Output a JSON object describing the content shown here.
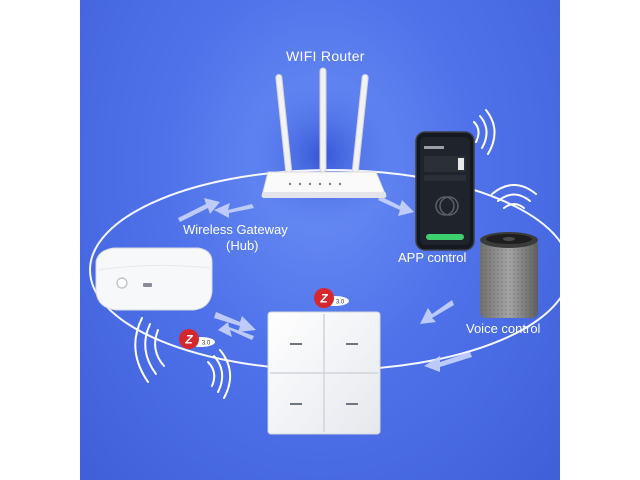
{
  "labels": {
    "router": "WIFI Router",
    "gateway_line1": "Wireless Gateway",
    "gateway_line2": "(Hub)",
    "app": "APP control",
    "voice": "Voice control"
  },
  "badges": {
    "zigbee_letter": "Z",
    "zigbee_version": "3.0"
  },
  "icons": [
    "wifi-router-icon",
    "smartphone-icon",
    "smart-speaker-icon",
    "zigbee-hub-icon",
    "four-gang-switch-icon",
    "zigbee-badge-icon",
    "signal-waves-icon"
  ],
  "colors": {
    "background": "#4f72ea",
    "ring": "#ffffff",
    "badge_red": "#d6262e",
    "phone_accent": "#3ecf6e"
  }
}
